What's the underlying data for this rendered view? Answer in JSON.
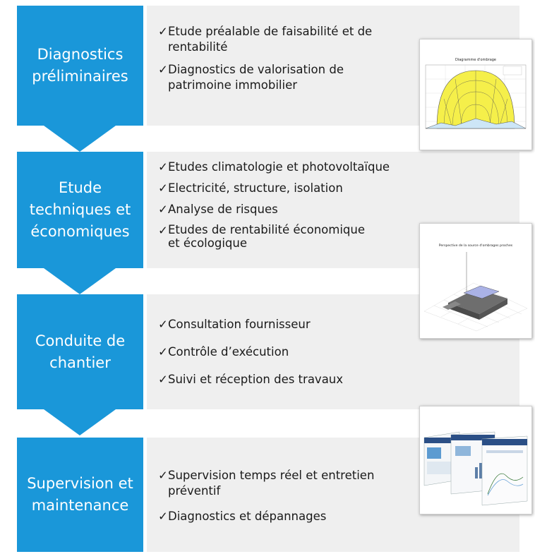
{
  "stages": [
    {
      "title": "Diagnostics\npréliminaires",
      "items": [
        "Etude préalable de faisabilité et de\nrentabilité",
        "Diagnostics de valorisation de\npatrimoine immobilier"
      ]
    },
    {
      "title": "Etude\ntechniques et\néconomiques",
      "items": [
        "Etudes climatologie et photovoltaïque",
        "Electricité, structure, isolation",
        "Analyse de risques",
        "Etudes de rentabilité économique\net écologique"
      ]
    },
    {
      "title": "Conduite de\nchantier",
      "items": [
        "Consultation fournisseur",
        "Contrôle d’exécution",
        "Suivi et réception des travaux"
      ]
    },
    {
      "title": "Supervision et\nmaintenance",
      "items": [
        "Supervision temps réel et entretien\npréventif",
        "Diagnostics et dépannages"
      ]
    }
  ],
  "check_symbol": "✓",
  "thumbnails": [
    {
      "name": "sun-path-diagram-thumbnail",
      "title": "Diagramme d'ombrage"
    },
    {
      "name": "3d-shading-thumbnail",
      "title": "Perspective de la source d'ombrages proches"
    },
    {
      "name": "supervision-dashboard-thumbnail"
    }
  ],
  "colors": {
    "blue": "#1a97d9",
    "panel": "#efefef",
    "text": "#1a1a1a"
  }
}
